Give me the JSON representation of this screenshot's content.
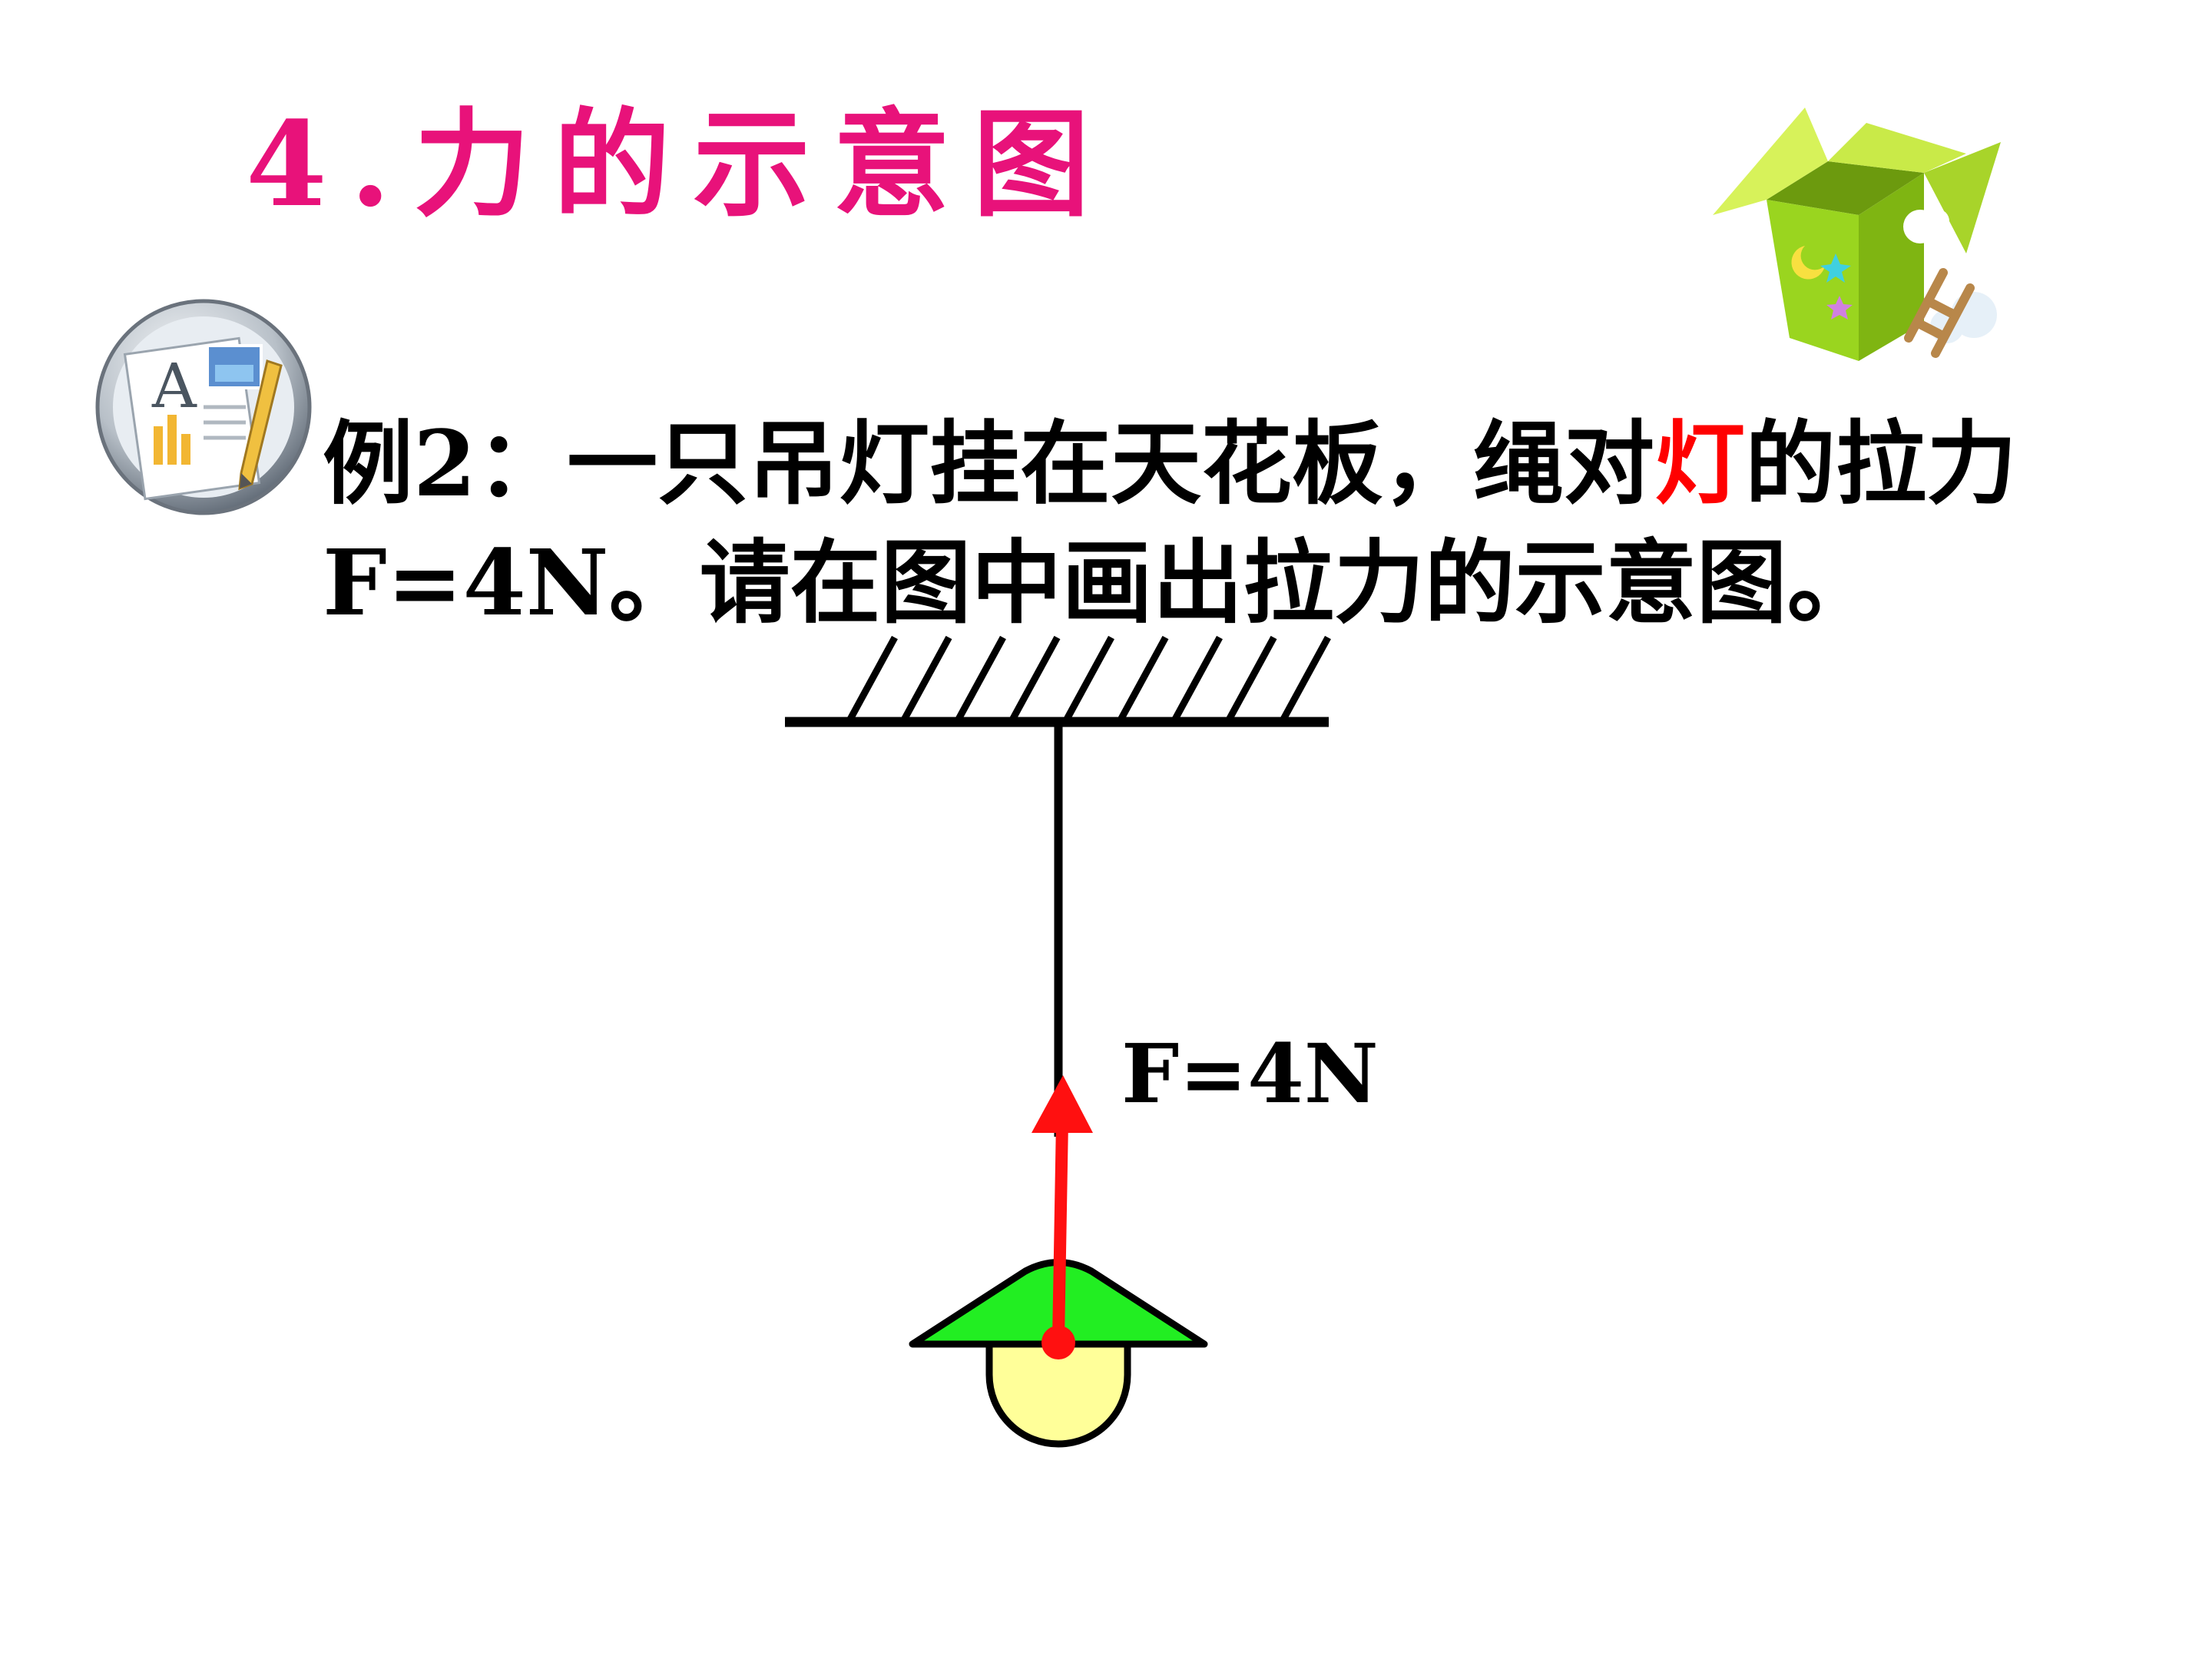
{
  "title": {
    "text": "4.力的示意图",
    "color": "#e8127a"
  },
  "question": {
    "line1_prefix": "例2：一只吊灯挂在天花板，绳对",
    "line1_highlight": "灯",
    "line1_suffix": "的拉力",
    "line2": "F=4N。请在图中画出拉力的示意图。",
    "highlight_color": "#ff0000"
  },
  "diagram": {
    "force_label": "F=4N",
    "force_color": "#ff1010",
    "shade_color": "#22ee22",
    "bulb_color": "#ffff99",
    "hatch_count": 9
  },
  "icons": {
    "left": "document-app-icon",
    "right": "green-gift-box-icon"
  }
}
